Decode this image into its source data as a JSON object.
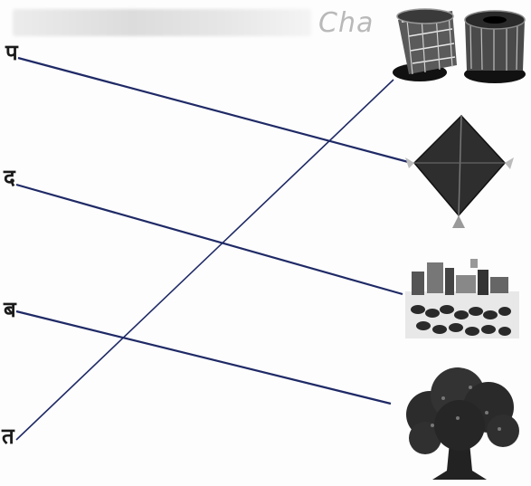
{
  "header": {
    "title_fragment": "Cha"
  },
  "letters": [
    {
      "id": "pa",
      "text": "प"
    },
    {
      "id": "da",
      "text": "द"
    },
    {
      "id": "ba",
      "text": "ब"
    },
    {
      "id": "ta",
      "text": "त"
    }
  ],
  "pictures": [
    {
      "id": "tabla",
      "icon": "tabla-icon"
    },
    {
      "id": "kite",
      "icon": "kite-icon"
    },
    {
      "id": "market",
      "icon": "market-goods-icon"
    },
    {
      "id": "tree",
      "icon": "tree-icon"
    }
  ],
  "matches": [
    {
      "from": "pa",
      "to": "kite"
    },
    {
      "from": "da",
      "to": "market"
    },
    {
      "from": "ba",
      "to": "tree"
    },
    {
      "from": "ta",
      "to": "tabla"
    }
  ],
  "colors": {
    "line": "#1f2a66",
    "ink": "#1a1a1a"
  }
}
